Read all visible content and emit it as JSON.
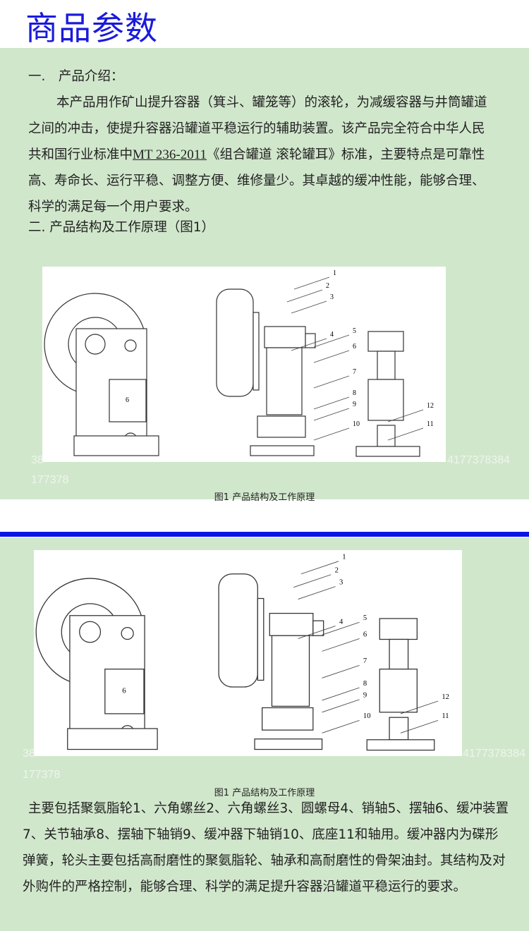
{
  "title": "商品参数",
  "section1": {
    "heading": "一.　产品介绍：",
    "para_a": "本产品用作矿山提升容器（箕斗、罐笼等）的滚轮，为减缓容器与井筒罐道之间的冲击，使提升容器沿罐道平稳运行的辅助装置。该产品完全符合中华人民共和国行业标准中",
    "standard": "MT 236-2011",
    "para_b": "《组合罐道 滚轮罐耳》标准，主要特点是可靠性高、寿命长、运行平稳、调整方便、维修量少。其卓越的缓冲性能，能够合理、科学的满足每一个用户要求。"
  },
  "section2": {
    "heading": "二. 产品结构及工作原理（图1）"
  },
  "figure": {
    "caption": "图1 产品结构及工作原理",
    "part_labels": [
      "1",
      "2",
      "3",
      "4",
      "5",
      "6",
      "7",
      "8",
      "9",
      "10",
      "11",
      "12"
    ],
    "side_mark": "6"
  },
  "watermark": {
    "left": "38",
    "right": "4177378384",
    "line2": "177378"
  },
  "description": "主要包括聚氨脂轮1、六角螺丝2、六角螺丝3、圆螺母4、销轴5、摆轴6、缓冲装置7、关节轴承8、摆轴下轴销9、缓冲器下轴销10、底座11和轴用。缓冲器内为碟形弹簧，轮头主要包括高耐磨性的聚氨脂轮、轴承和高耐磨性的骨架油封。其结构及对外购件的严格控制，能够合理、科学的满足提升容器沿罐道平稳运行的要求。"
}
